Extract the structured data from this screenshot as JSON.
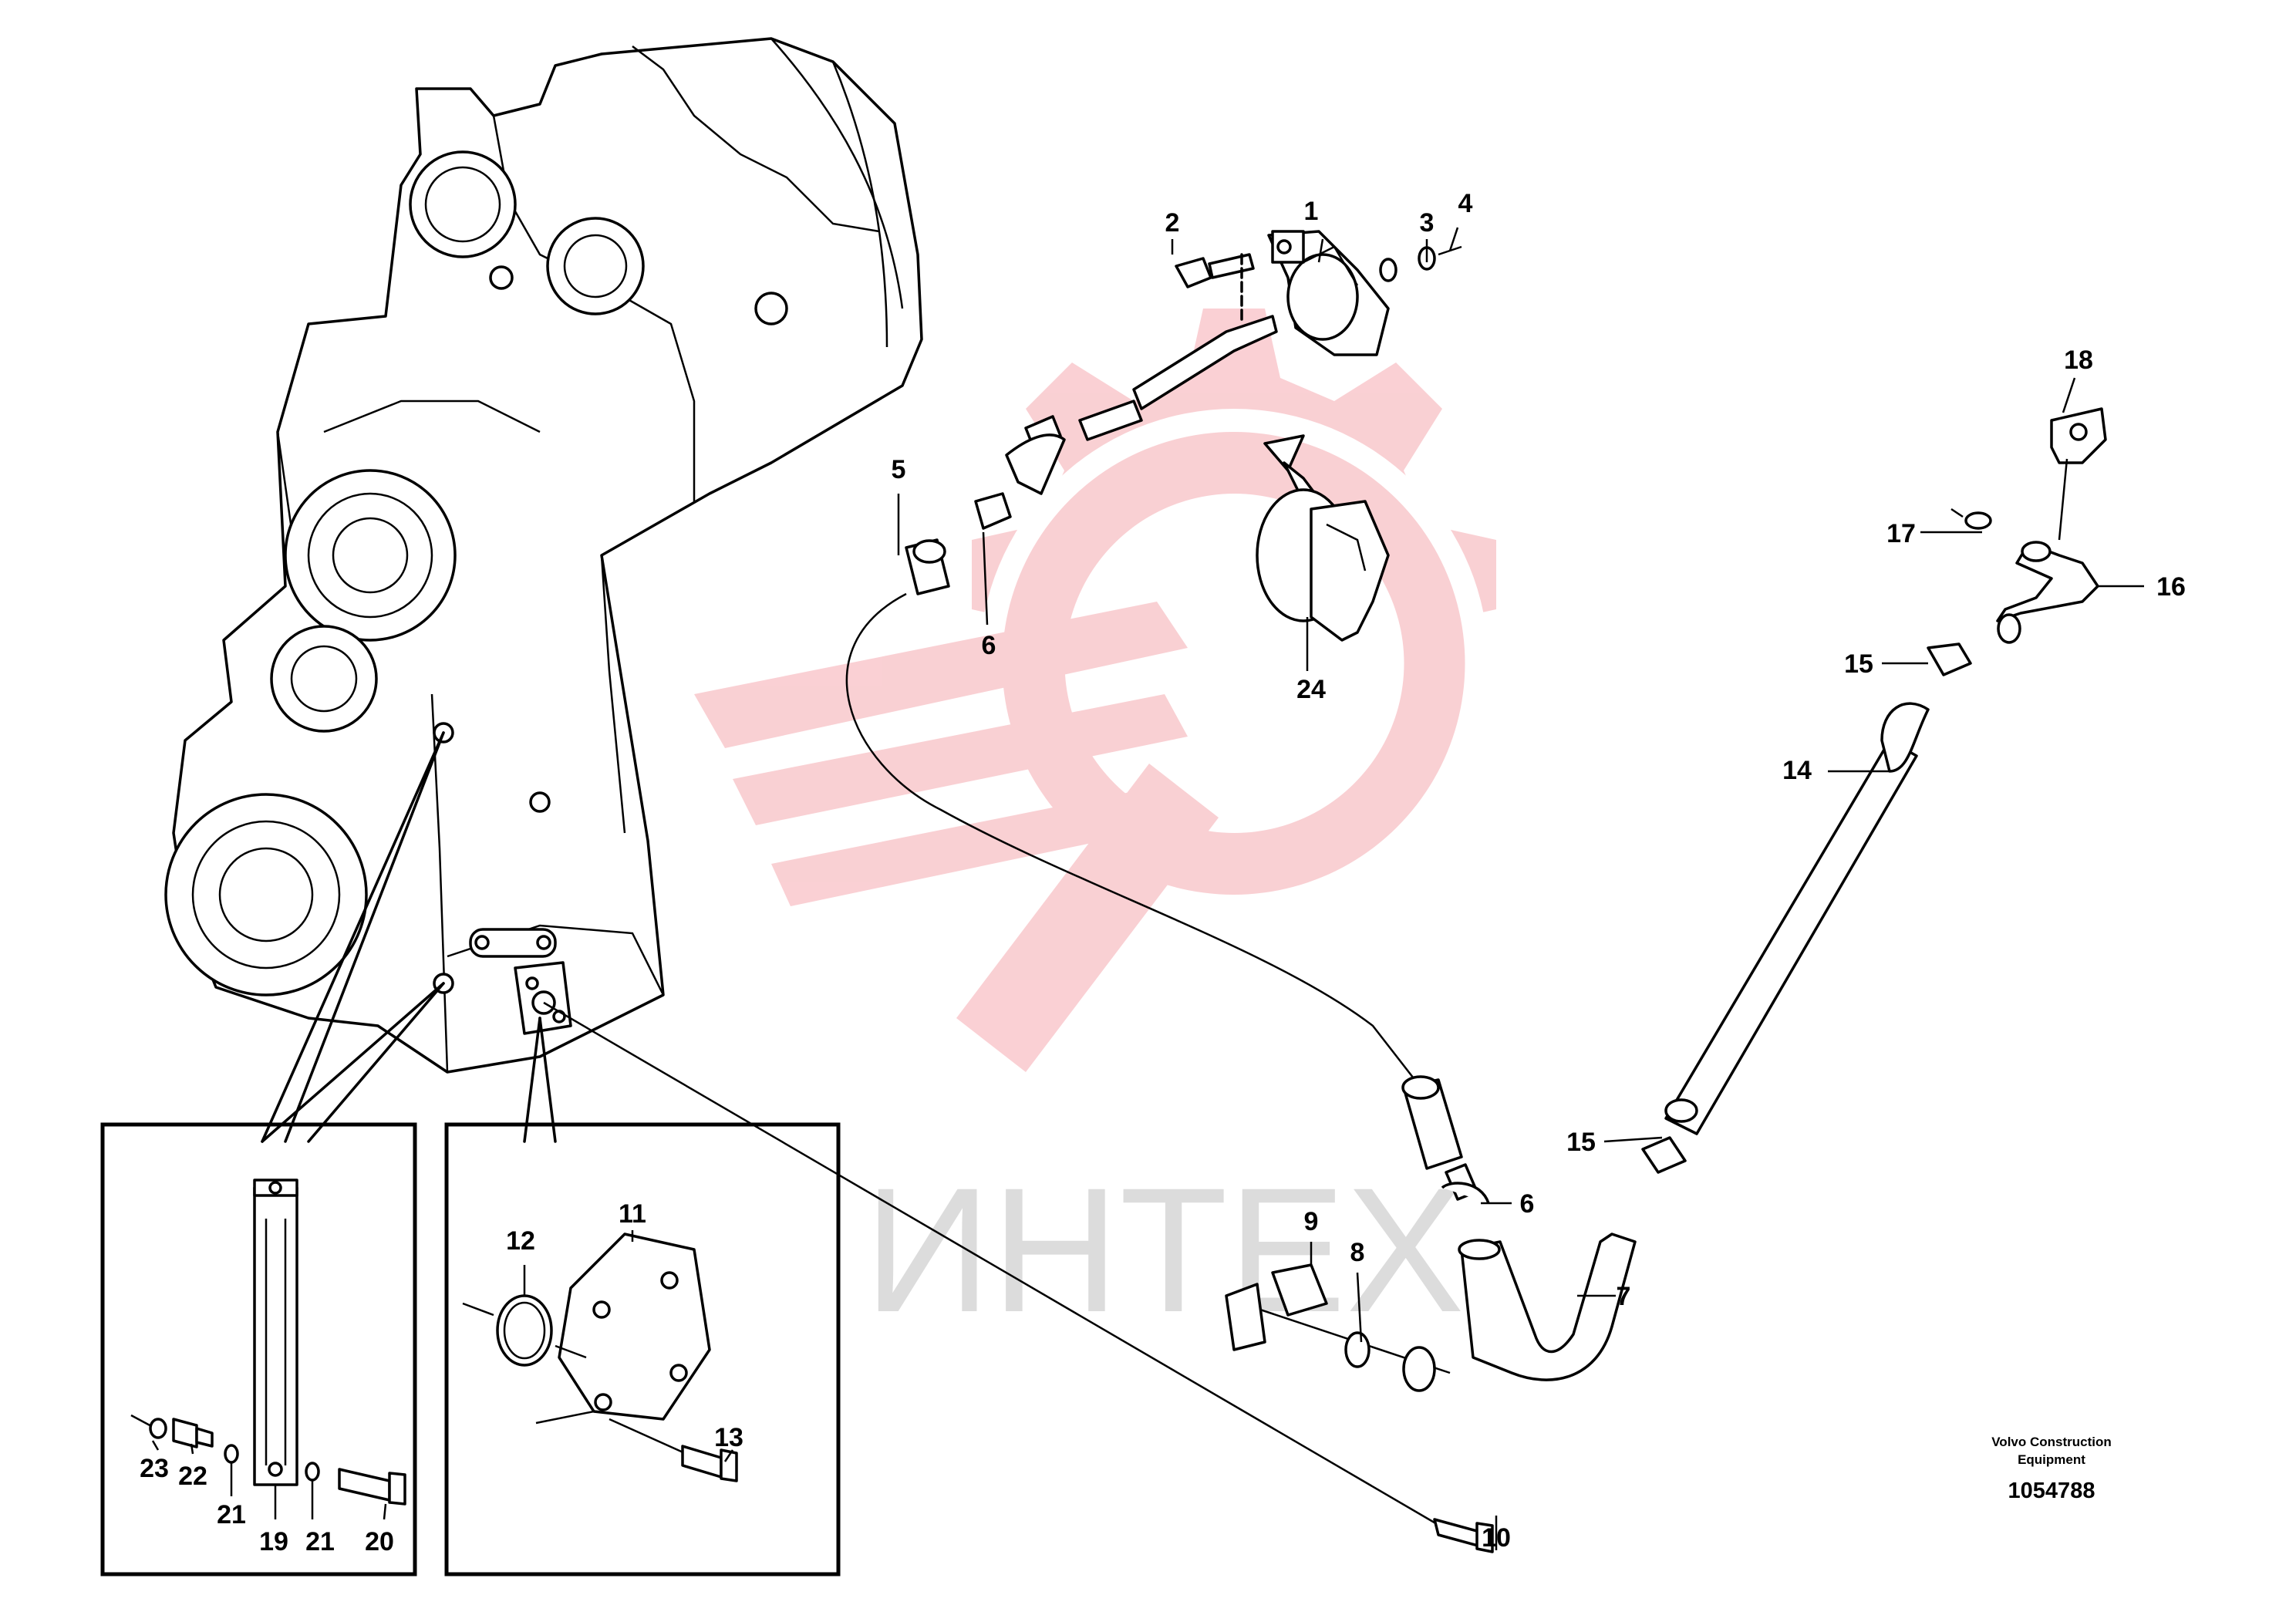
{
  "watermark": {
    "text": "ИНТЕХ",
    "color": "#f9c8cc"
  },
  "callouts": [
    "1",
    "2",
    "3",
    "4",
    "5",
    "6",
    "6",
    "7",
    "8",
    "9",
    "10",
    "11",
    "12",
    "13",
    "14",
    "15",
    "15",
    "16",
    "17",
    "18",
    "19",
    "20",
    "21",
    "21",
    "22",
    "23",
    "24"
  ],
  "credit": {
    "line1": "Volvo Construction",
    "line2": "Equipment",
    "number": "1054788"
  }
}
